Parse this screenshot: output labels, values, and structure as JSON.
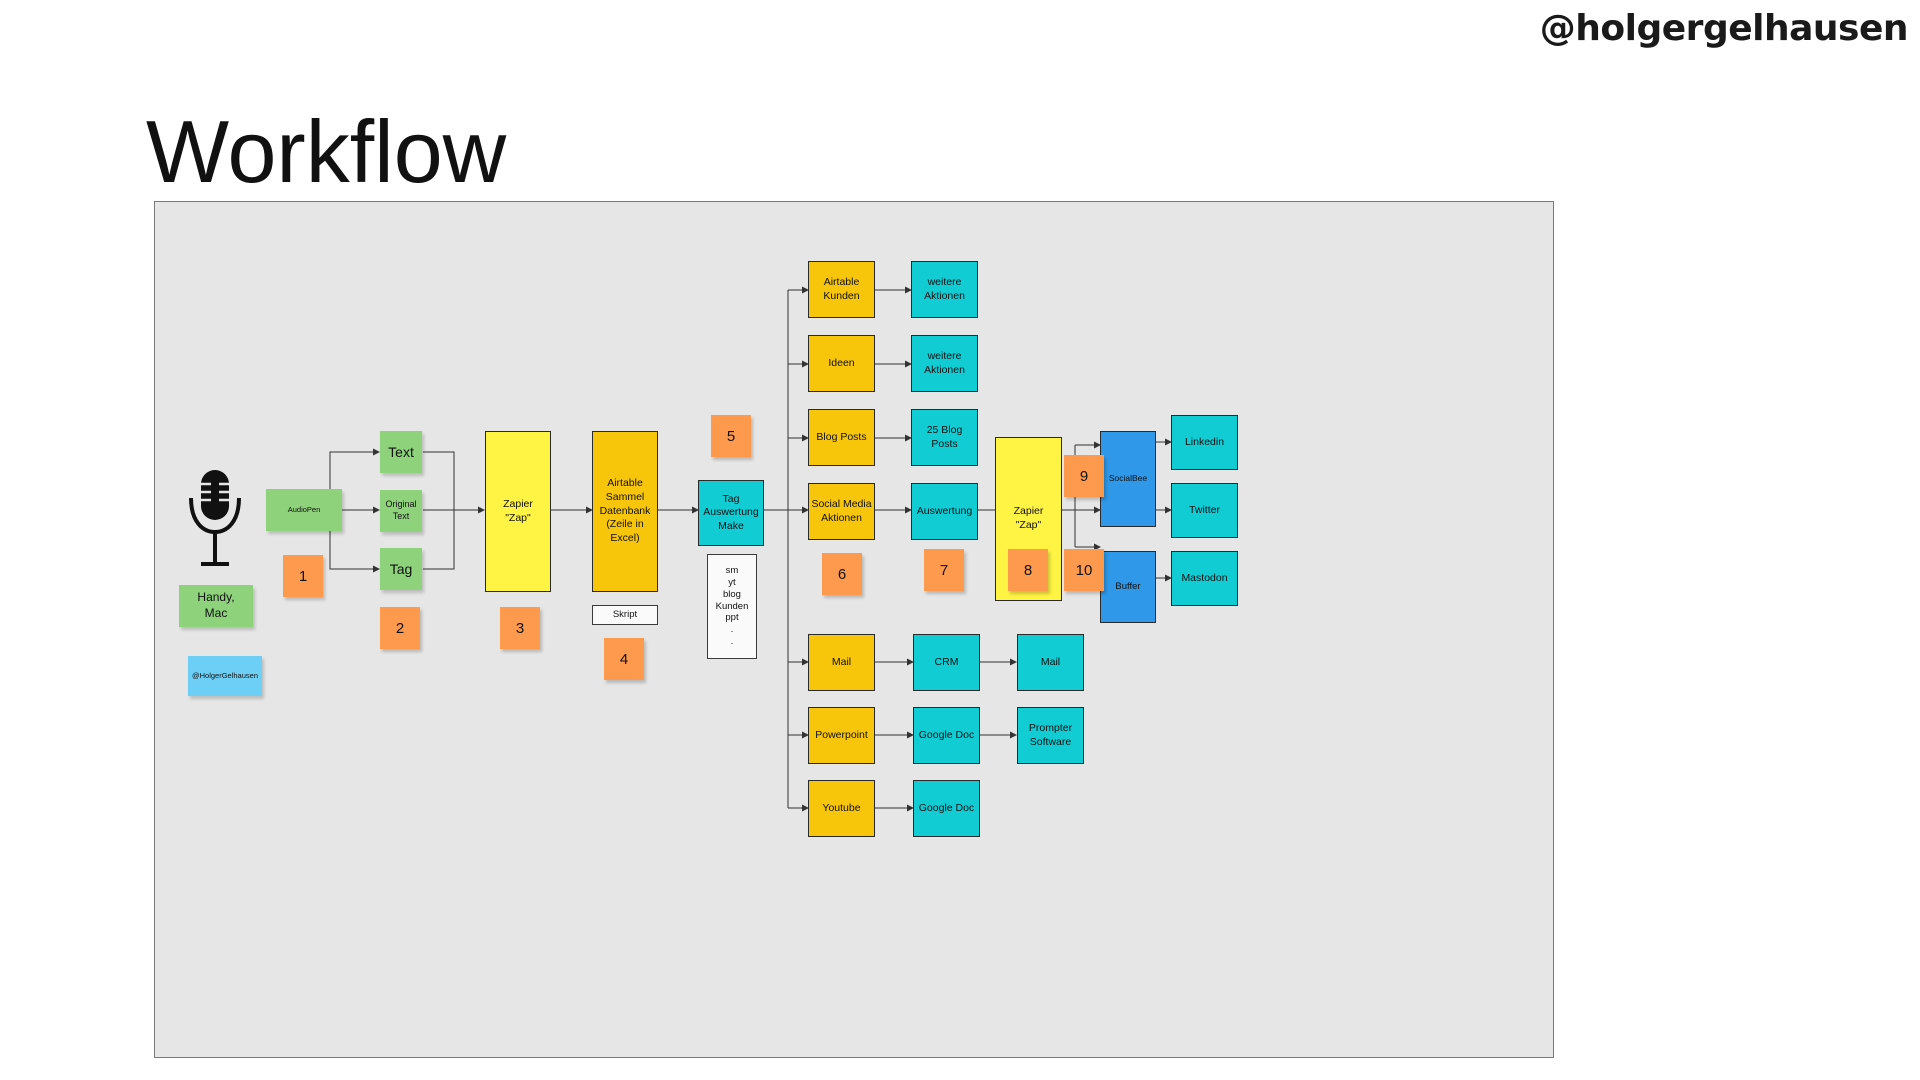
{
  "header": {
    "handle": "@holgergelhausen",
    "title": "Workflow"
  },
  "colors": {
    "yellow": "#f7c60b",
    "lemon": "#fff343",
    "teal": "#12ccd4",
    "blue": "#2f98e8",
    "green": "#8ed27c",
    "lightblue": "#6ecff6",
    "sticky": "#fd9a4d",
    "canvas": "#e6e6e6"
  },
  "icons": {
    "mic": "microphone-icon"
  },
  "nodes": {
    "handy_mac": "Handy,\nMac",
    "holger_tag": "@HolgerGelhausen",
    "audiopen": "AudioPen",
    "text": "Text",
    "original_text": "Original\nText",
    "tag": "Tag",
    "zapier1": "Zapier\n\"Zap\"",
    "airtable_db": "Airtable\nSammel\nDatenbank\n(Zeile in\nExcel)",
    "skript": "Skript",
    "tag_make": "Tag\nAuswertung\nMake",
    "tag_list": "sm\nyt\nblog\nKunden\nppt\n.\n.",
    "airtable_kunden": "Airtable\nKunden",
    "ideen": "Ideen",
    "blog_posts": "Blog Posts",
    "social_media": "Social Media\nAktionen",
    "mail": "Mail",
    "powerpoint": "Powerpoint",
    "youtube": "Youtube",
    "weitere1": "weitere\nAktionen",
    "weitere2": "weitere\nAktionen",
    "blog25": "25 Blog\nPosts",
    "auswertung": "Auswertung",
    "crm": "CRM",
    "gdoc1": "Google Doc",
    "gdoc2": "Google Doc",
    "mail2": "Mail",
    "prompter": "Prompter\nSoftware",
    "zapier2": "Zapier\n\"Zap\"",
    "socialbee": "SocialBee",
    "buffer": "Buffer",
    "linkedin": "Linkedin",
    "twitter": "Twitter",
    "mastodon": "Mastodon"
  },
  "stickies": [
    "1",
    "2",
    "3",
    "4",
    "5",
    "6",
    "7",
    "8",
    "9",
    "10"
  ]
}
